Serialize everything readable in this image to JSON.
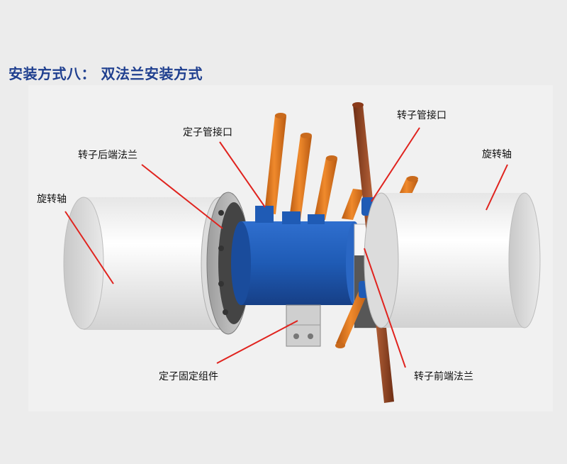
{
  "title": "安装方式八：  双法兰安装方式",
  "labels": {
    "shaft_left": "旋转轴",
    "shaft_right": "旋转轴",
    "rotor_rear_flange": "转子后端法兰",
    "stator_pipe_port": "定子管接口",
    "rotor_pipe_port": "转子管接口",
    "stator_fixing_assembly": "定子固定组件",
    "rotor_front_flange": "转子前端法兰"
  },
  "colors": {
    "title": "#1f3f8f",
    "leader_line": "#e0231e",
    "stator_body": "#1f5bb5",
    "pipe_orange": "#d8721c",
    "pipe_copper": "#9a4a24",
    "shaft": "#f4f4f4"
  }
}
